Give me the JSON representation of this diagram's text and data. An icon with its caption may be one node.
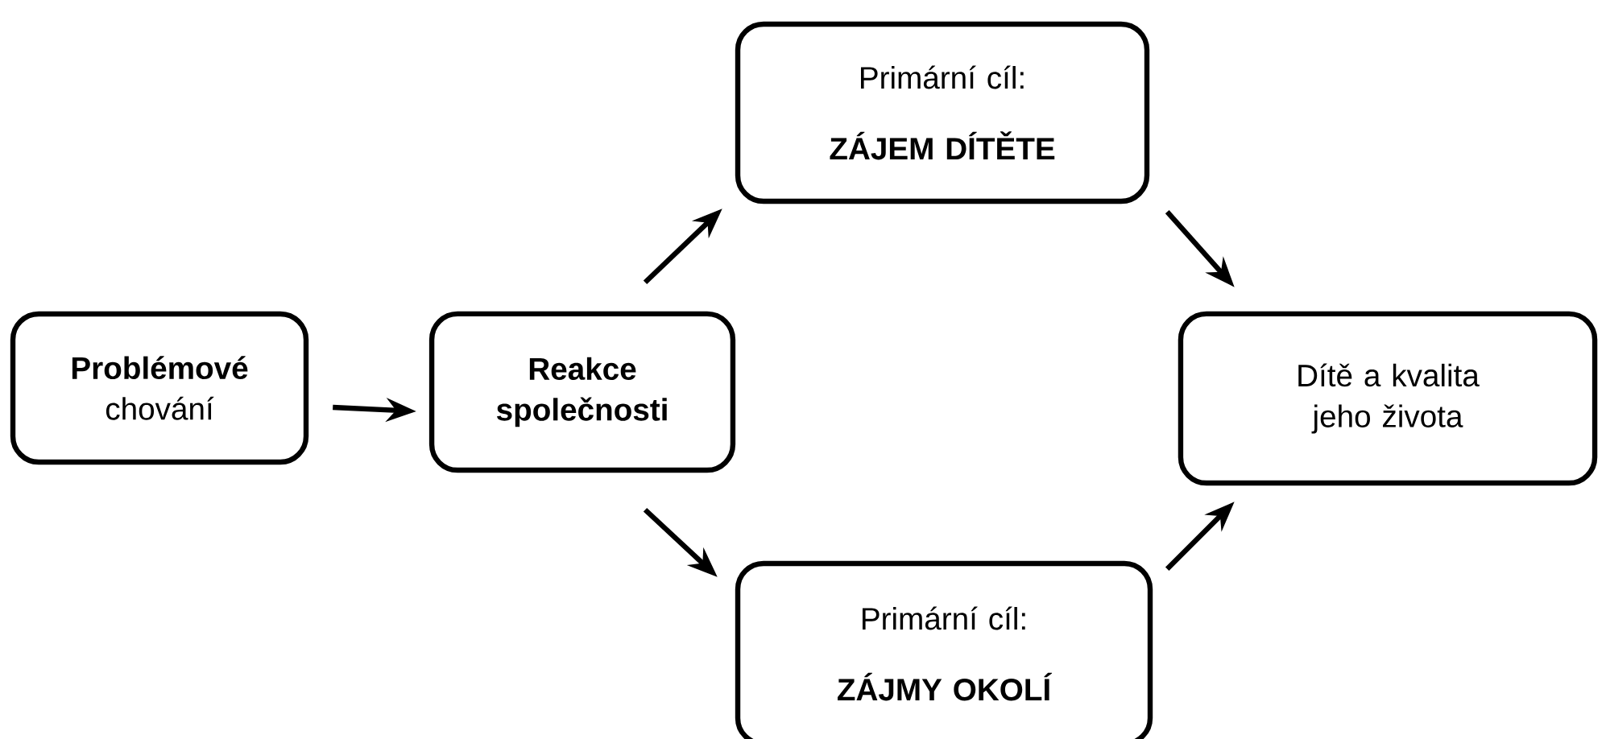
{
  "diagram": {
    "nodes": [
      {
        "text": [
          "**Problémové** chování"
        ]
      },
      {
        "text": [
          "Reakce společnosti"
        ]
      },
      {
        "text": [
          "Primární cíl:",
          "ZÁJEM DÍTĚTE"
        ]
      },
      {
        "text": [
          "Primární cíl:",
          "ZÁJMY OKOLÍ"
        ]
      },
      {
        "text": [
          "Dítě a kvalita jeho života"
        ]
      }
    ],
    "edges": [
      {
        "from": 0,
        "to": 1,
        "arrow": "to"
      },
      {
        "from": 1,
        "to": 2,
        "arrow": "to"
      },
      {
        "from": 2,
        "to": 4,
        "arrow": "to"
      },
      {
        "from": 1,
        "to": 3,
        "arrow": "to"
      },
      {
        "from": 3,
        "to": 4,
        "arrow": "to"
      }
    ]
  }
}
